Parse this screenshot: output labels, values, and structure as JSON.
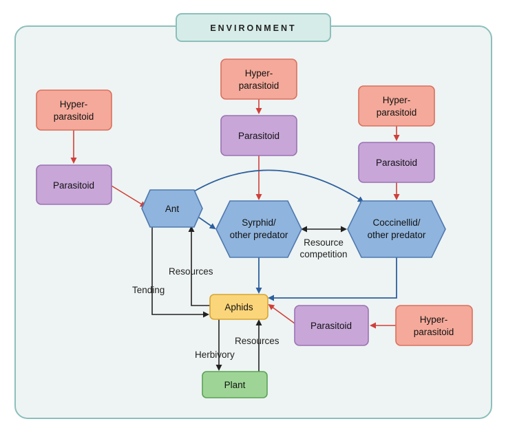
{
  "environment": {
    "label": "ENVIRONMENT"
  },
  "colors": {
    "hyper_fill": "#f4a99a",
    "hyper_stroke": "#d9705f",
    "para_fill": "#c8a6d8",
    "para_stroke": "#9a72b3",
    "hex_fill": "#8fb4dd",
    "hex_stroke": "#4e78b0",
    "aphid_fill": "#fbd57a",
    "aphid_stroke": "#d6a531",
    "plant_fill": "#9ed596",
    "plant_stroke": "#5ba155",
    "env_fill": "#eef4f3",
    "env_stroke": "#8bbfbc",
    "tag_fill": "#d6ece8",
    "red_arrow": "#d03f3a",
    "blue_arrow": "#2d5f9e",
    "black_arrow": "#222222"
  },
  "nodes": {
    "hyper_left": {
      "lines": [
        "Hyper-",
        "parasitoid"
      ]
    },
    "para_left": {
      "lines": [
        "Parasitoid"
      ]
    },
    "hyper_top": {
      "lines": [
        "Hyper-",
        "parasitoid"
      ]
    },
    "para_top": {
      "lines": [
        "Parasitoid"
      ]
    },
    "hyper_right": {
      "lines": [
        "Hyper-",
        "parasitoid"
      ]
    },
    "para_right": {
      "lines": [
        "Parasitoid"
      ]
    },
    "ant": {
      "lines": [
        "Ant"
      ]
    },
    "syrphid": {
      "lines": [
        "Syrphid/",
        "other predator"
      ]
    },
    "coccinellid": {
      "lines": [
        "Coccinellid/",
        "other predator"
      ]
    },
    "aphids": {
      "lines": [
        "Aphids"
      ]
    },
    "plant": {
      "lines": [
        "Plant"
      ]
    },
    "para_bottom": {
      "lines": [
        "Parasitoid"
      ]
    },
    "hyper_bottom": {
      "lines": [
        "Hyper-",
        "parasitoid"
      ]
    }
  },
  "edge_labels": {
    "resource_competition": [
      "Resource",
      "competition"
    ],
    "resources_ant": "Resources",
    "tending": "Tending",
    "herbivory": "Herbivory",
    "resources_plant": "Resources"
  }
}
